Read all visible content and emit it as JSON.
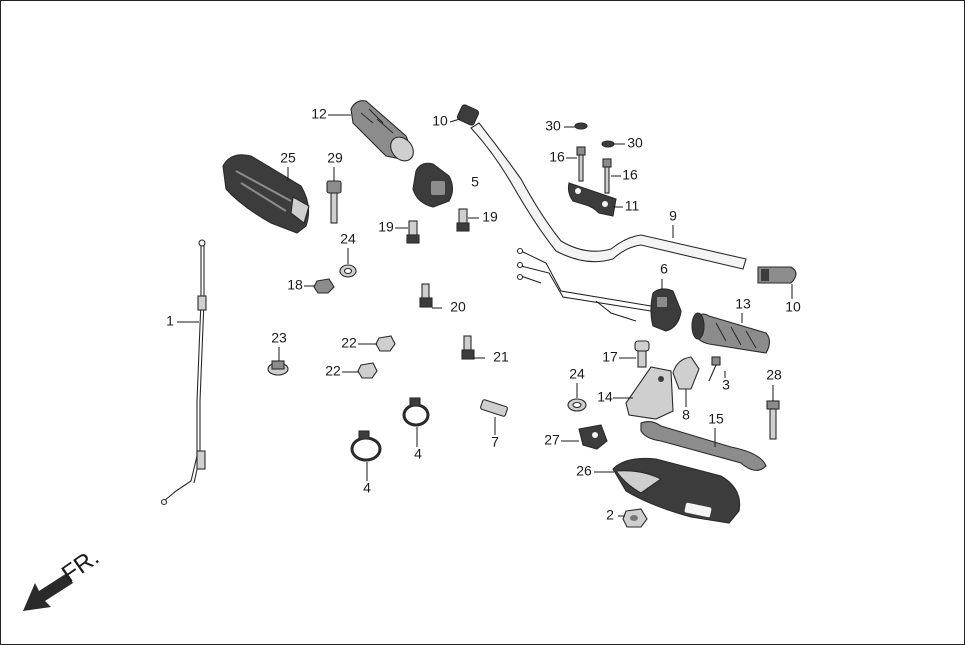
{
  "diagram": {
    "direction_label": "FR.",
    "direction_icon": "arrow-down-left-icon",
    "colors": {
      "ink": "#1a1a1a",
      "part_dark": "#3c3c3c",
      "part_mid": "#8c8c8c",
      "part_light": "#cfcfcf"
    },
    "callouts": [
      {
        "id": "c1",
        "text": "1"
      },
      {
        "id": "c2",
        "text": "2"
      },
      {
        "id": "c3",
        "text": "3"
      },
      {
        "id": "c4a",
        "text": "4"
      },
      {
        "id": "c4b",
        "text": "4"
      },
      {
        "id": "c5",
        "text": "5"
      },
      {
        "id": "c6",
        "text": "6"
      },
      {
        "id": "c7",
        "text": "7"
      },
      {
        "id": "c8",
        "text": "8"
      },
      {
        "id": "c9",
        "text": "9"
      },
      {
        "id": "c10a",
        "text": "10"
      },
      {
        "id": "c10b",
        "text": "10"
      },
      {
        "id": "c11",
        "text": "11"
      },
      {
        "id": "c12",
        "text": "12"
      },
      {
        "id": "c13",
        "text": "13"
      },
      {
        "id": "c14",
        "text": "14"
      },
      {
        "id": "c15",
        "text": "15"
      },
      {
        "id": "c16a",
        "text": "16"
      },
      {
        "id": "c16b",
        "text": "16"
      },
      {
        "id": "c17",
        "text": "17"
      },
      {
        "id": "c18",
        "text": "18"
      },
      {
        "id": "c19a",
        "text": "19"
      },
      {
        "id": "c19b",
        "text": "19"
      },
      {
        "id": "c20",
        "text": "20"
      },
      {
        "id": "c21",
        "text": "21"
      },
      {
        "id": "c22a",
        "text": "22"
      },
      {
        "id": "c22b",
        "text": "22"
      },
      {
        "id": "c23",
        "text": "23"
      },
      {
        "id": "c24a",
        "text": "24"
      },
      {
        "id": "c24b",
        "text": "24"
      },
      {
        "id": "c25",
        "text": "25"
      },
      {
        "id": "c26",
        "text": "26"
      },
      {
        "id": "c27",
        "text": "27"
      },
      {
        "id": "c28",
        "text": "28"
      },
      {
        "id": "c29",
        "text": "29"
      },
      {
        "id": "c30a",
        "text": "30"
      },
      {
        "id": "c30b",
        "text": "30"
      }
    ]
  }
}
